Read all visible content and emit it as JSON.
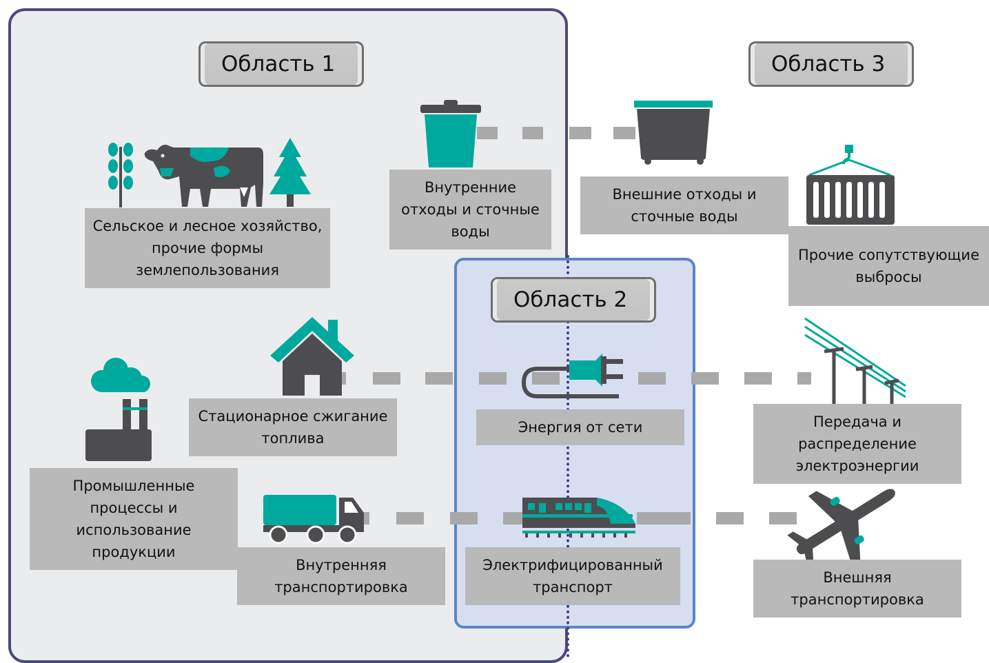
{
  "scopes": {
    "scope1": "Область 1",
    "scope2": "Область 2",
    "scope3": "Область 3"
  },
  "categories": {
    "agriculture": "Сельское и лесное хозяйство, прочие формы землепользования",
    "internal_waste": "Внутренние отходы и сточные воды",
    "external_waste": "Внешние отходы и сточные воды",
    "other_emissions": "Прочие сопутствующие выбросы",
    "stationary": "Стационарное сжигание топлива",
    "grid_energy": "Энергия от сети",
    "transmission": "Передача и распределение электроэнергии",
    "industrial": "Промышленные процессы и использование продукции",
    "internal_transport": "Внутренняя транспортировка",
    "electric_transport": "Электрифицированный транспорт",
    "external_transport": "Внешняя транспортировка"
  },
  "colors": {
    "teal": "#00a99d",
    "dark": "#4d4d4f",
    "label_bg": "#b9b9b9"
  }
}
